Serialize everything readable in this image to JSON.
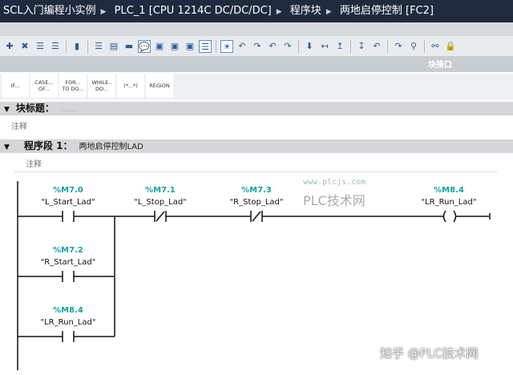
{
  "breadcrumb": [
    "SCL入门编程小实例",
    "PLC_1 [CPU 1214C DC/DC/DC]",
    "程序块",
    "两地启停控制 [FC2]"
  ],
  "toolbar": {
    "icons": [
      "insert-network",
      "delete-network",
      "insert-row",
      "add-row",
      "modules",
      "network-list",
      "show-all",
      "collapse",
      "comments",
      "abs-operand",
      "absolute-symbolic",
      "display-favorites",
      "symbol-info",
      "shows-details",
      "go-to-error",
      "clear-error",
      "prev-bookmark",
      "next-bookmark",
      "download",
      "jump-to",
      "set-bookmark",
      "step-over",
      "monitor",
      "edit",
      "step-in",
      "monitoring-on",
      "lock"
    ]
  },
  "interface_label": "块接口",
  "scl_buttons": [
    "IF...",
    "CASE...\nOF...",
    "FOR...\nTO DO...",
    "WHILE..\nDO...",
    "(*...*)",
    "REGION"
  ],
  "block_title": {
    "label": "块标题：",
    "value": "……",
    "comment": "注释"
  },
  "network": {
    "label": "程序段 1：",
    "title": "两地启停控制LAD",
    "comment": "注释"
  },
  "ladder": {
    "contacts": [
      {
        "address": "%M7.0",
        "symbol": "\"L_Start_Lad\"",
        "type": "NO"
      },
      {
        "address": "%M7.1",
        "symbol": "\"L_Stop_Lad\"",
        "type": "NC"
      },
      {
        "address": "%M7.3",
        "symbol": "\"R_Stop_Lad\"",
        "type": "NC"
      },
      {
        "address": "%M7.2",
        "symbol": "\"R_Start_Lad\"",
        "type": "NO"
      },
      {
        "address": "%M8.4",
        "symbol": "\"LR_Run_Lad\"",
        "type": "NO"
      }
    ],
    "coil": {
      "address": "%M8.4",
      "symbol": "\"LR_Run_Lad\""
    },
    "address_color": "#1aa0a0"
  },
  "watermarks": {
    "site": "www.plcjs.com",
    "name": "PLC技术网",
    "zhihu": "知乎 @PLC技术网"
  }
}
